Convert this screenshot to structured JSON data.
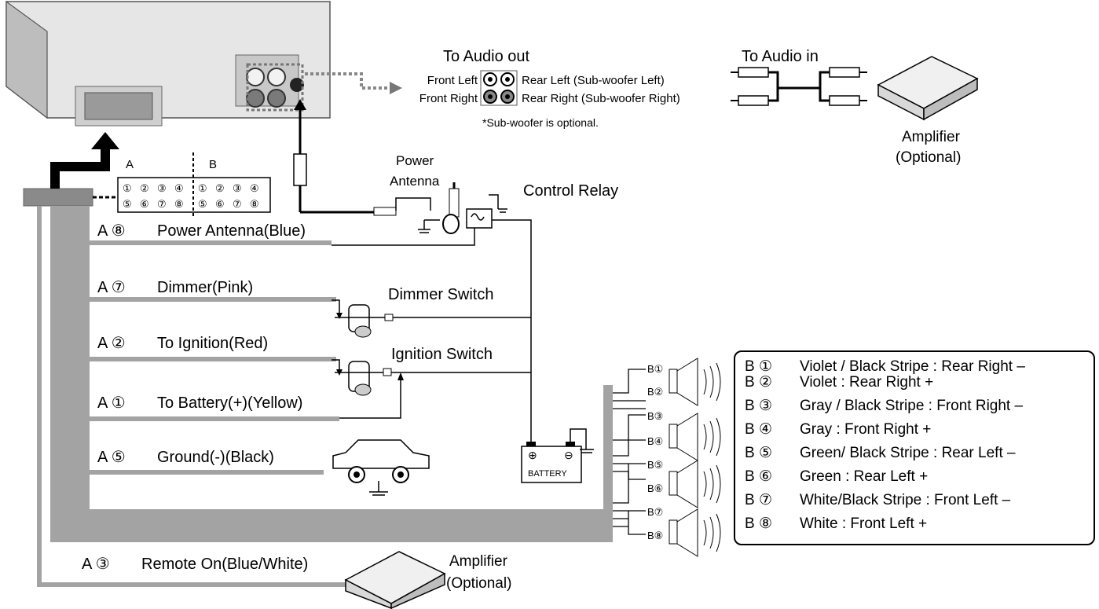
{
  "audio_out": {
    "title": "To Audio out",
    "front_left": "Front Left",
    "front_right": "Front Right",
    "rear_left": "Rear Left (Sub-woofer Left)",
    "rear_right": "Rear Right (Sub-woofer Right)",
    "note": "*Sub-woofer is optional."
  },
  "audio_in": {
    "title": "To Audio in"
  },
  "amplifier_top": {
    "line1": "Amplifier",
    "line2": "(Optional)"
  },
  "amplifier_bottom": {
    "line1": "Amplifier",
    "line2": "(Optional)"
  },
  "connector": {
    "label_a": "A",
    "label_b": "B",
    "pins_top": [
      "①",
      "②",
      "③",
      "④",
      "①",
      "②",
      "③",
      "④"
    ],
    "pins_bottom": [
      "⑤",
      "⑥",
      "⑦",
      "⑧",
      "⑤",
      "⑥",
      "⑦",
      "⑧"
    ]
  },
  "power_antenna": {
    "line1": "Power",
    "line2": "Antenna"
  },
  "control_relay": "Control Relay",
  "dimmer_switch": "Dimmer Switch",
  "ignition_switch": "Ignition Switch",
  "battery": "BATTERY",
  "wires": [
    {
      "pin": "A ⑧",
      "label": "Power Antenna(Blue)"
    },
    {
      "pin": "A ⑦",
      "label": "Dimmer(Pink)"
    },
    {
      "pin": "A ②",
      "label": "To Ignition(Red)"
    },
    {
      "pin": "A ①",
      "label": "To Battery(+)(Yellow)"
    },
    {
      "pin": "A ⑤",
      "label": "Ground(-)(Black)"
    },
    {
      "pin": "A ③",
      "label": "Remote On(Blue/White)"
    }
  ],
  "speaker_pins": [
    "B①",
    "B②",
    "B③",
    "B④",
    "B⑤",
    "B⑥",
    "B⑦",
    "B⑧"
  ],
  "legend": [
    {
      "pin": "B ①",
      "text": "Violet / Black Stripe : Rear Right –"
    },
    {
      "pin": "B ②",
      "text": "Violet : Rear Right +"
    },
    {
      "pin": "B ③",
      "text": "Gray / Black Stripe : Front Right –"
    },
    {
      "pin": "B ④",
      "text": "Gray : Front Right +"
    },
    {
      "pin": "B ⑤",
      "text": "Green/ Black Stripe : Rear Left –"
    },
    {
      "pin": "B ⑥",
      "text": "Green : Rear Left +"
    },
    {
      "pin": "B ⑦",
      "text": "White/Black Stripe : Front Left –"
    },
    {
      "pin": "B ⑧",
      "text": "White : Front Left +"
    }
  ]
}
